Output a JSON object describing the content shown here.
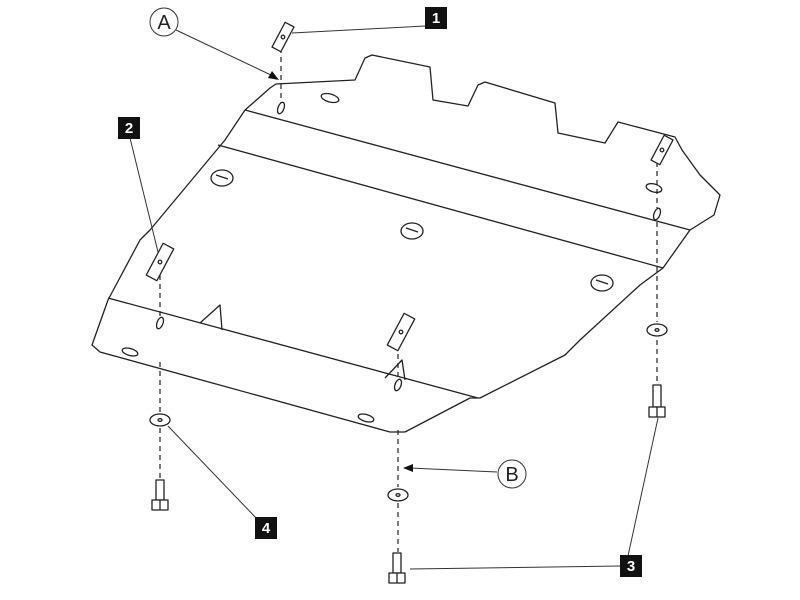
{
  "diagram": {
    "callouts": {
      "one": "1",
      "two": "2",
      "three": "3",
      "four": "4"
    },
    "markers": {
      "a": "A",
      "b": "B"
    }
  }
}
